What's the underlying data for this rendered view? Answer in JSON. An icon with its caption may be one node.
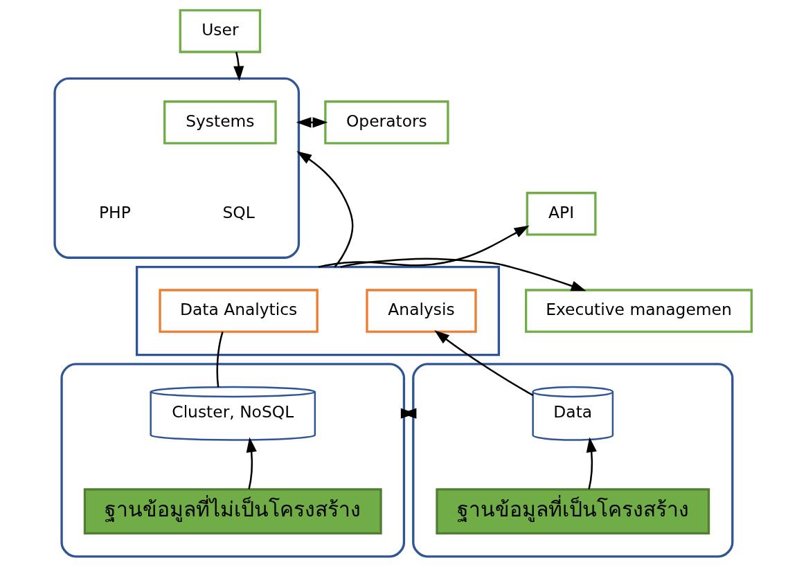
{
  "diagram": {
    "nodes": [
      {
        "text": [
          "User"
        ]
      },
      {
        "text": [],
        "shape": "box"
      },
      {
        "text": [
          "Systems"
        ],
        "in": 1
      },
      {
        "text": [
          "Operators"
        ]
      },
      {
        "text": [
          "API"
        ]
      },
      {
        "text": [],
        "shape": "box"
      },
      {
        "text": [
          "Data Analytics"
        ],
        "in": 5
      },
      {
        "text": [
          "Analysis"
        ],
        "in": 5
      },
      {
        "text": [
          "Executive managemen"
        ]
      },
      {
        "text": [],
        "shape": "box"
      },
      {
        "text": [
          "Cluster, NoSQL"
        ],
        "in": 9
      },
      {
        "text": [
          "ฐานข้อมูลที่ไม่เป็นโครงสร้าง"
        ],
        "in": 9
      },
      {
        "text": [],
        "shape": "box"
      },
      {
        "text": [
          "Data"
        ],
        "in": 12
      },
      {
        "text": [
          "ฐานข้อมูลที่เป็นโครงสร้าง"
        ],
        "in": 12
      }
    ],
    "edges": [
      {
        "from": 0,
        "to": 1,
        "arrow": "to"
      },
      {
        "from": 1,
        "to": 3,
        "arrow": "both"
      },
      {
        "from": 5,
        "to": 4,
        "arrow": "to"
      },
      {
        "from": 5,
        "to": 1,
        "arrow": "to"
      },
      {
        "from": 5,
        "to": 8,
        "arrow": "to"
      },
      {
        "from": 10,
        "to": 6,
        "arrow": "none"
      },
      {
        "from": 13,
        "to": 7,
        "arrow": "to"
      },
      {
        "from": 11,
        "to": 10,
        "arrow": "to"
      },
      {
        "from": 14,
        "to": 13,
        "arrow": "to"
      },
      {
        "from": 9,
        "to": 12,
        "arrow": "both"
      }
    ],
    "labels": [
      "PHP",
      "SQL"
    ]
  }
}
